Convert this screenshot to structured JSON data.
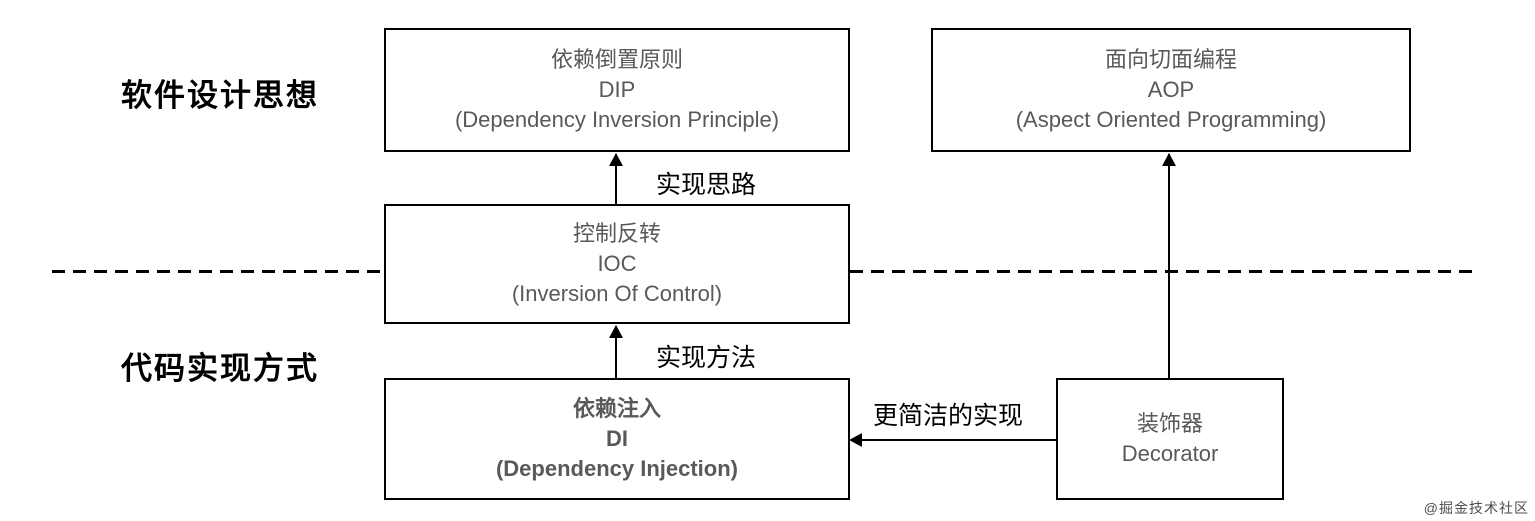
{
  "section_labels": {
    "top": "软件设计思想",
    "bottom": "代码实现方式"
  },
  "nodes": {
    "dip": {
      "title": "依赖倒置原则",
      "abbr": "DIP",
      "full": "(Dependency Inversion Principle)"
    },
    "aop": {
      "title": "面向切面编程",
      "abbr": "AOP",
      "full": "(Aspect Oriented Programming)"
    },
    "ioc": {
      "title": "控制反转",
      "abbr": "IOC",
      "full": "(Inversion Of Control)"
    },
    "di": {
      "title": "依赖注入",
      "abbr": "DI",
      "full": "(Dependency Injection)"
    },
    "decorator": {
      "title": "装饰器",
      "abbr": "Decorator"
    }
  },
  "edges": {
    "ioc_to_dip": {
      "label": "实现思路"
    },
    "di_to_ioc": {
      "label": "实现方法"
    },
    "decorator_to_di": {
      "label": "更简洁的实现"
    },
    "decorator_to_aop": {
      "label": ""
    }
  },
  "watermark": "@掘金技术社区",
  "colors": {
    "box_border": "#000000",
    "box_text": "#595959",
    "section_label_text": "#000000",
    "edge_label_text": "#000000",
    "watermark_text": "#4d4d4d",
    "background": "#ffffff"
  }
}
